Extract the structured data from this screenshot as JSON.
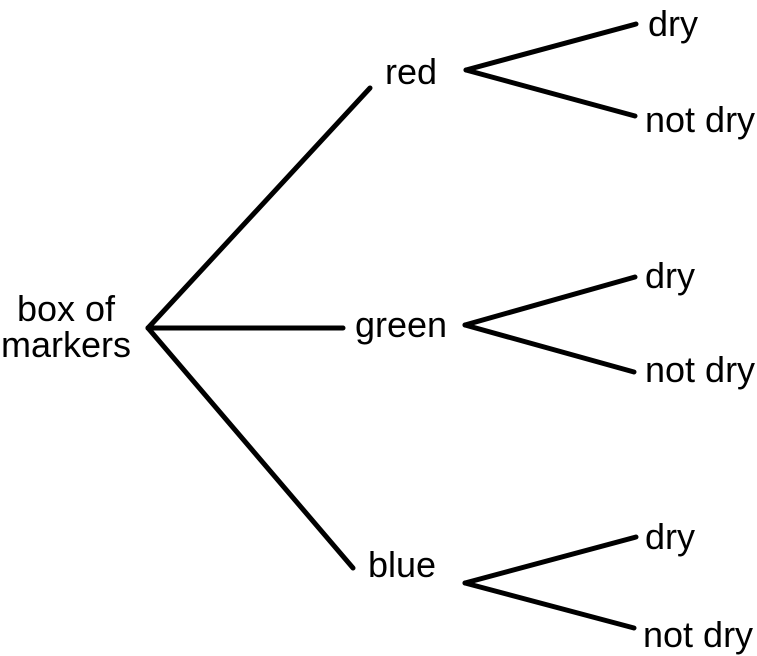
{
  "diagram": {
    "type": "tree",
    "description": "probability tree diagram for choosing a marker from a box and whether it is dry",
    "colors": {
      "background": "#ffffff",
      "line": "#000000",
      "text": "#000000"
    },
    "root": {
      "label": "box of markers"
    },
    "branches": [
      {
        "label": "red",
        "outcomes": [
          {
            "label": "dry"
          },
          {
            "label": "not dry"
          }
        ]
      },
      {
        "label": "green",
        "outcomes": [
          {
            "label": "dry"
          },
          {
            "label": "not dry"
          }
        ]
      },
      {
        "label": "blue",
        "outcomes": [
          {
            "label": "dry"
          },
          {
            "label": "not dry"
          }
        ]
      }
    ]
  }
}
